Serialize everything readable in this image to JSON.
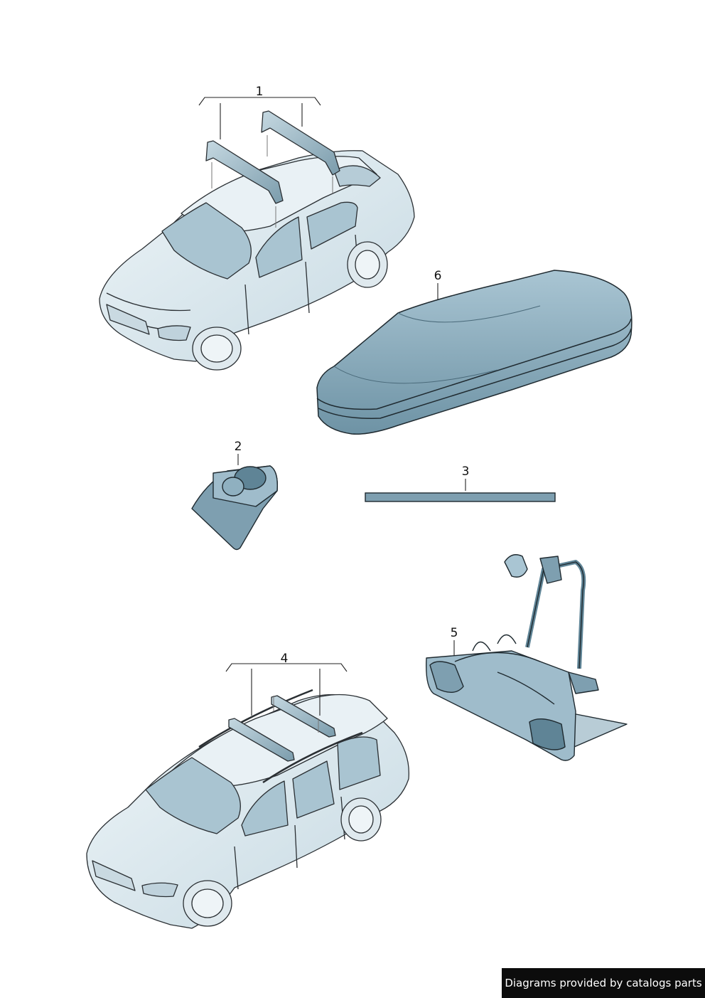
{
  "callouts": [
    {
      "id": "1",
      "label": "1"
    },
    {
      "id": "2",
      "label": "2"
    },
    {
      "id": "3",
      "label": "3"
    },
    {
      "id": "4",
      "label": "4"
    },
    {
      "id": "5",
      "label": "5"
    },
    {
      "id": "6",
      "label": "6"
    }
  ],
  "credit": "Diagrams provided by catalogs parts",
  "colors": {
    "part_fill": "#8fb0c0",
    "part_dark": "#5f8496",
    "car_fill": "#dde9ef",
    "car_glass": "#a9c4d1",
    "line": "#1b1b1b"
  }
}
